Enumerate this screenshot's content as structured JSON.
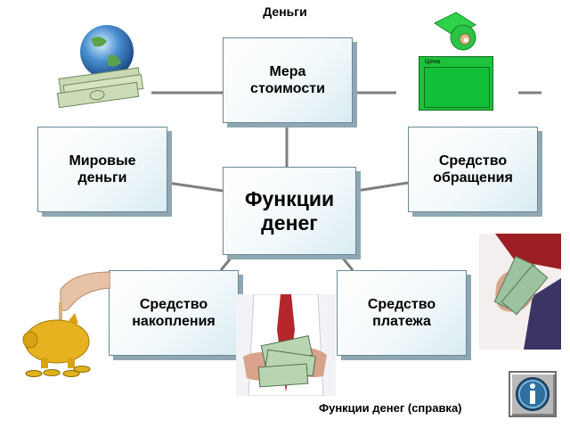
{
  "title": "Деньги",
  "center": {
    "label": "Функции\nденег"
  },
  "nodes": {
    "measure_of_value": "Мера\nстоимости",
    "world_money": "Мировые\nденьги",
    "medium_of_exchange": "Средство\nобращения",
    "store_of_value": "Средство\nнакопления",
    "means_of_payment": "Средство\nплатежа"
  },
  "price_tag": {
    "label": "Цена"
  },
  "footer": {
    "link_label": "Функции денег (справка)"
  },
  "colors": {
    "box_shadow": "#8fa7b2",
    "tag_green": "#1ec33c",
    "coin_gold": "#e2b21d"
  },
  "icons": [
    "globe-money-icon",
    "price-tag-icon",
    "label-roll-icon",
    "piggy-bank-icon",
    "money-handout-icon",
    "cash-hand-icon",
    "info-icon"
  ]
}
